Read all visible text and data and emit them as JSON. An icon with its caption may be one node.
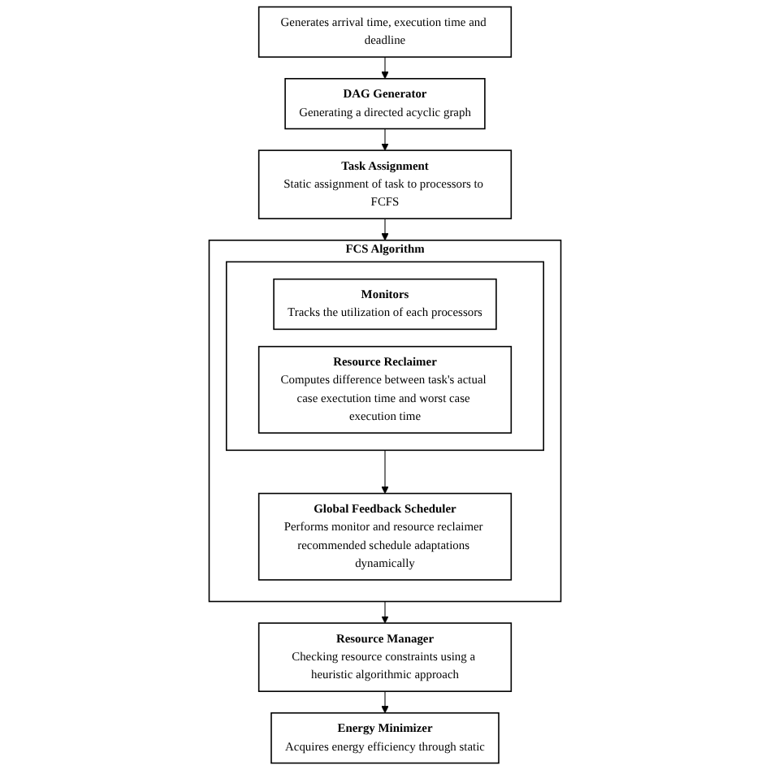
{
  "diagram": {
    "nodes": [
      {
        "text": [
          "Generates arrival time, execution time and deadline"
        ]
      },
      {
        "text": [
          "DAG Generator",
          "Generating a directed acyclic graph"
        ]
      },
      {
        "text": [
          "Task Assignment",
          "Static assignment of task to processors to FCFS"
        ]
      },
      {
        "text": [
          "FCS Algorithm"
        ]
      },
      {
        "text": [],
        "shape": "box",
        "in": 3
      },
      {
        "text": [
          "Monitors",
          "Tracks the utilization of each processors"
        ],
        "in": 4
      },
      {
        "text": [
          "Resource Reclaimer",
          "Computes difference between task's actual case exectution time and worst case execution time"
        ],
        "in": 4
      },
      {
        "text": [
          "Global Feedback Scheduler",
          "Performs monitor and resource reclaimer recommended schedule adaptations dynamically"
        ],
        "in": 3
      },
      {
        "text": [
          "Resource Manager",
          "Checking resource constraints using a heuristic algorithmic approach"
        ]
      },
      {
        "text": [
          "Energy Minimizer",
          "Acquires energy efficiency through static"
        ]
      }
    ],
    "edges": [
      {
        "from": 0,
        "to": 1,
        "arrow": "to"
      },
      {
        "from": 1,
        "to": 2,
        "arrow": "to"
      },
      {
        "from": 2,
        "to": 3,
        "arrow": "to"
      },
      {
        "from": 4,
        "to": 7,
        "arrow": "to"
      },
      {
        "from": 3,
        "to": 8,
        "arrow": "to"
      },
      {
        "from": 8,
        "to": 9,
        "arrow": "to"
      }
    ]
  }
}
